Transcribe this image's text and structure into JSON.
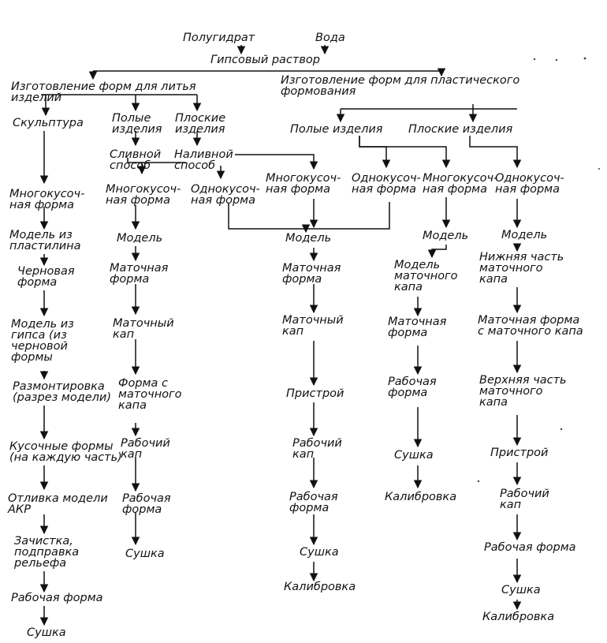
{
  "diagram": {
    "colors": {
      "ink": "#111111",
      "background": "#ffffff"
    },
    "nodes": {
      "n_polugidrat": [
        "Полугидрат"
      ],
      "n_voda": [
        "Вода"
      ],
      "n_gipsovyy_rastvor": [
        "Гипсовый раствор"
      ],
      "n_litye": [
        "Изготовление форм для литья",
        "изделий"
      ],
      "n_plastich": [
        "Изготовление форм для пластического",
        "формования"
      ],
      "n_skulptura": [
        "Скульптура"
      ],
      "n_polye_lit": [
        "Полые",
        "изделия"
      ],
      "n_ploskie_lit": [
        "Плоские",
        "изделия"
      ],
      "n_slivnoy": [
        "Сливной",
        "способ"
      ],
      "n_nalivnoy": [
        "Наливной",
        "способ"
      ],
      "n_polye_pl": [
        "Полые изделия"
      ],
      "n_ploskie_pl": [
        "Плоские изделия"
      ],
      "c1_mnogokus": [
        "Многокусоч-",
        "ная форма"
      ],
      "c1_model_plast": [
        "Модель из",
        "пластилина"
      ],
      "c1_chernovaya": [
        "Черновая",
        "форма"
      ],
      "c1_model_gipsa": [
        "Модель из",
        "гипса (из",
        "черновой",
        "формы"
      ],
      "c1_razmont": [
        "Размонтировка",
        "(разрез модели)"
      ],
      "c1_kusochnye": [
        "Кусочные формы",
        "(на каждую часть)"
      ],
      "c1_otlivka": [
        "Отливка модели",
        "АКР"
      ],
      "c1_zachistka": [
        "Зачистка,",
        "подправка",
        "рельефа"
      ],
      "c1_rabochaya": [
        "Рабочая форма"
      ],
      "c1_sushka": [
        "Сушка"
      ],
      "c2_mnogokus": [
        "Многокусоч-",
        "ная форма"
      ],
      "c2_model": [
        "Модель"
      ],
      "c2_matochnaya": [
        "Маточная",
        "форма"
      ],
      "c2_matochnyy_kap": [
        "Маточный",
        "кап"
      ],
      "c2_forma_s_kapa": [
        "Форма с",
        "маточного",
        "капа"
      ],
      "c2_rabochiy_kap": [
        "Рабочий",
        "кап"
      ],
      "c2_rabochaya": [
        "Рабочая",
        "форма"
      ],
      "c2_sushka": [
        "Сушка"
      ],
      "c3_odnokus": [
        "Однокусоч-",
        "ная форма"
      ],
      "c4_mnogokus": [
        "Многокусоч-",
        "ная форма"
      ],
      "c5_odnokus": [
        "Однокусоч-",
        "ная форма"
      ],
      "c6_mnogokus": [
        "Многокусоч-",
        "ная форма"
      ],
      "c7_odnokus": [
        "Однокусоч-",
        "ная форма"
      ],
      "m_model": [
        "Модель"
      ],
      "m_matochnaya": [
        "Маточная",
        "форма"
      ],
      "m_matochnyy_kap": [
        "Маточный",
        "кап"
      ],
      "m_pristroy": [
        "Пристрой"
      ],
      "m_rabochiy_kap": [
        "Рабочий",
        "кап"
      ],
      "m_rabochaya": [
        "Рабочая",
        "форма"
      ],
      "m_sushka": [
        "Сушка"
      ],
      "m_kalibrovka": [
        "Калибровка"
      ],
      "r1_model": [
        "Модель"
      ],
      "r1_model_mat_kapa": [
        "Модель",
        "маточного",
        "капа"
      ],
      "r1_matochnaya": [
        "Маточная",
        "форма"
      ],
      "r1_rabochaya": [
        "Рабочая",
        "форма"
      ],
      "r1_sushka": [
        "Сушка"
      ],
      "r1_kalibrovka": [
        "Калибровка"
      ],
      "r2_model": [
        "Модель"
      ],
      "r2_nizhnyaya": [
        "Нижняя часть",
        "маточного",
        "капа"
      ],
      "r2_mat_forma_s_kapa": [
        "Маточная форма",
        "с маточного капа"
      ],
      "r2_verkhnyaya": [
        "Верхняя часть",
        "маточного",
        "капа"
      ],
      "r2_pristroy": [
        "Пристрой"
      ],
      "r2_rabochiy_kap": [
        "Рабочий",
        "кап"
      ],
      "r2_rabochaya": [
        "Рабочая форма"
      ],
      "r2_sushka": [
        "Сушка"
      ],
      "r2_kalibrovka": [
        "Калибровка"
      ]
    }
  }
}
